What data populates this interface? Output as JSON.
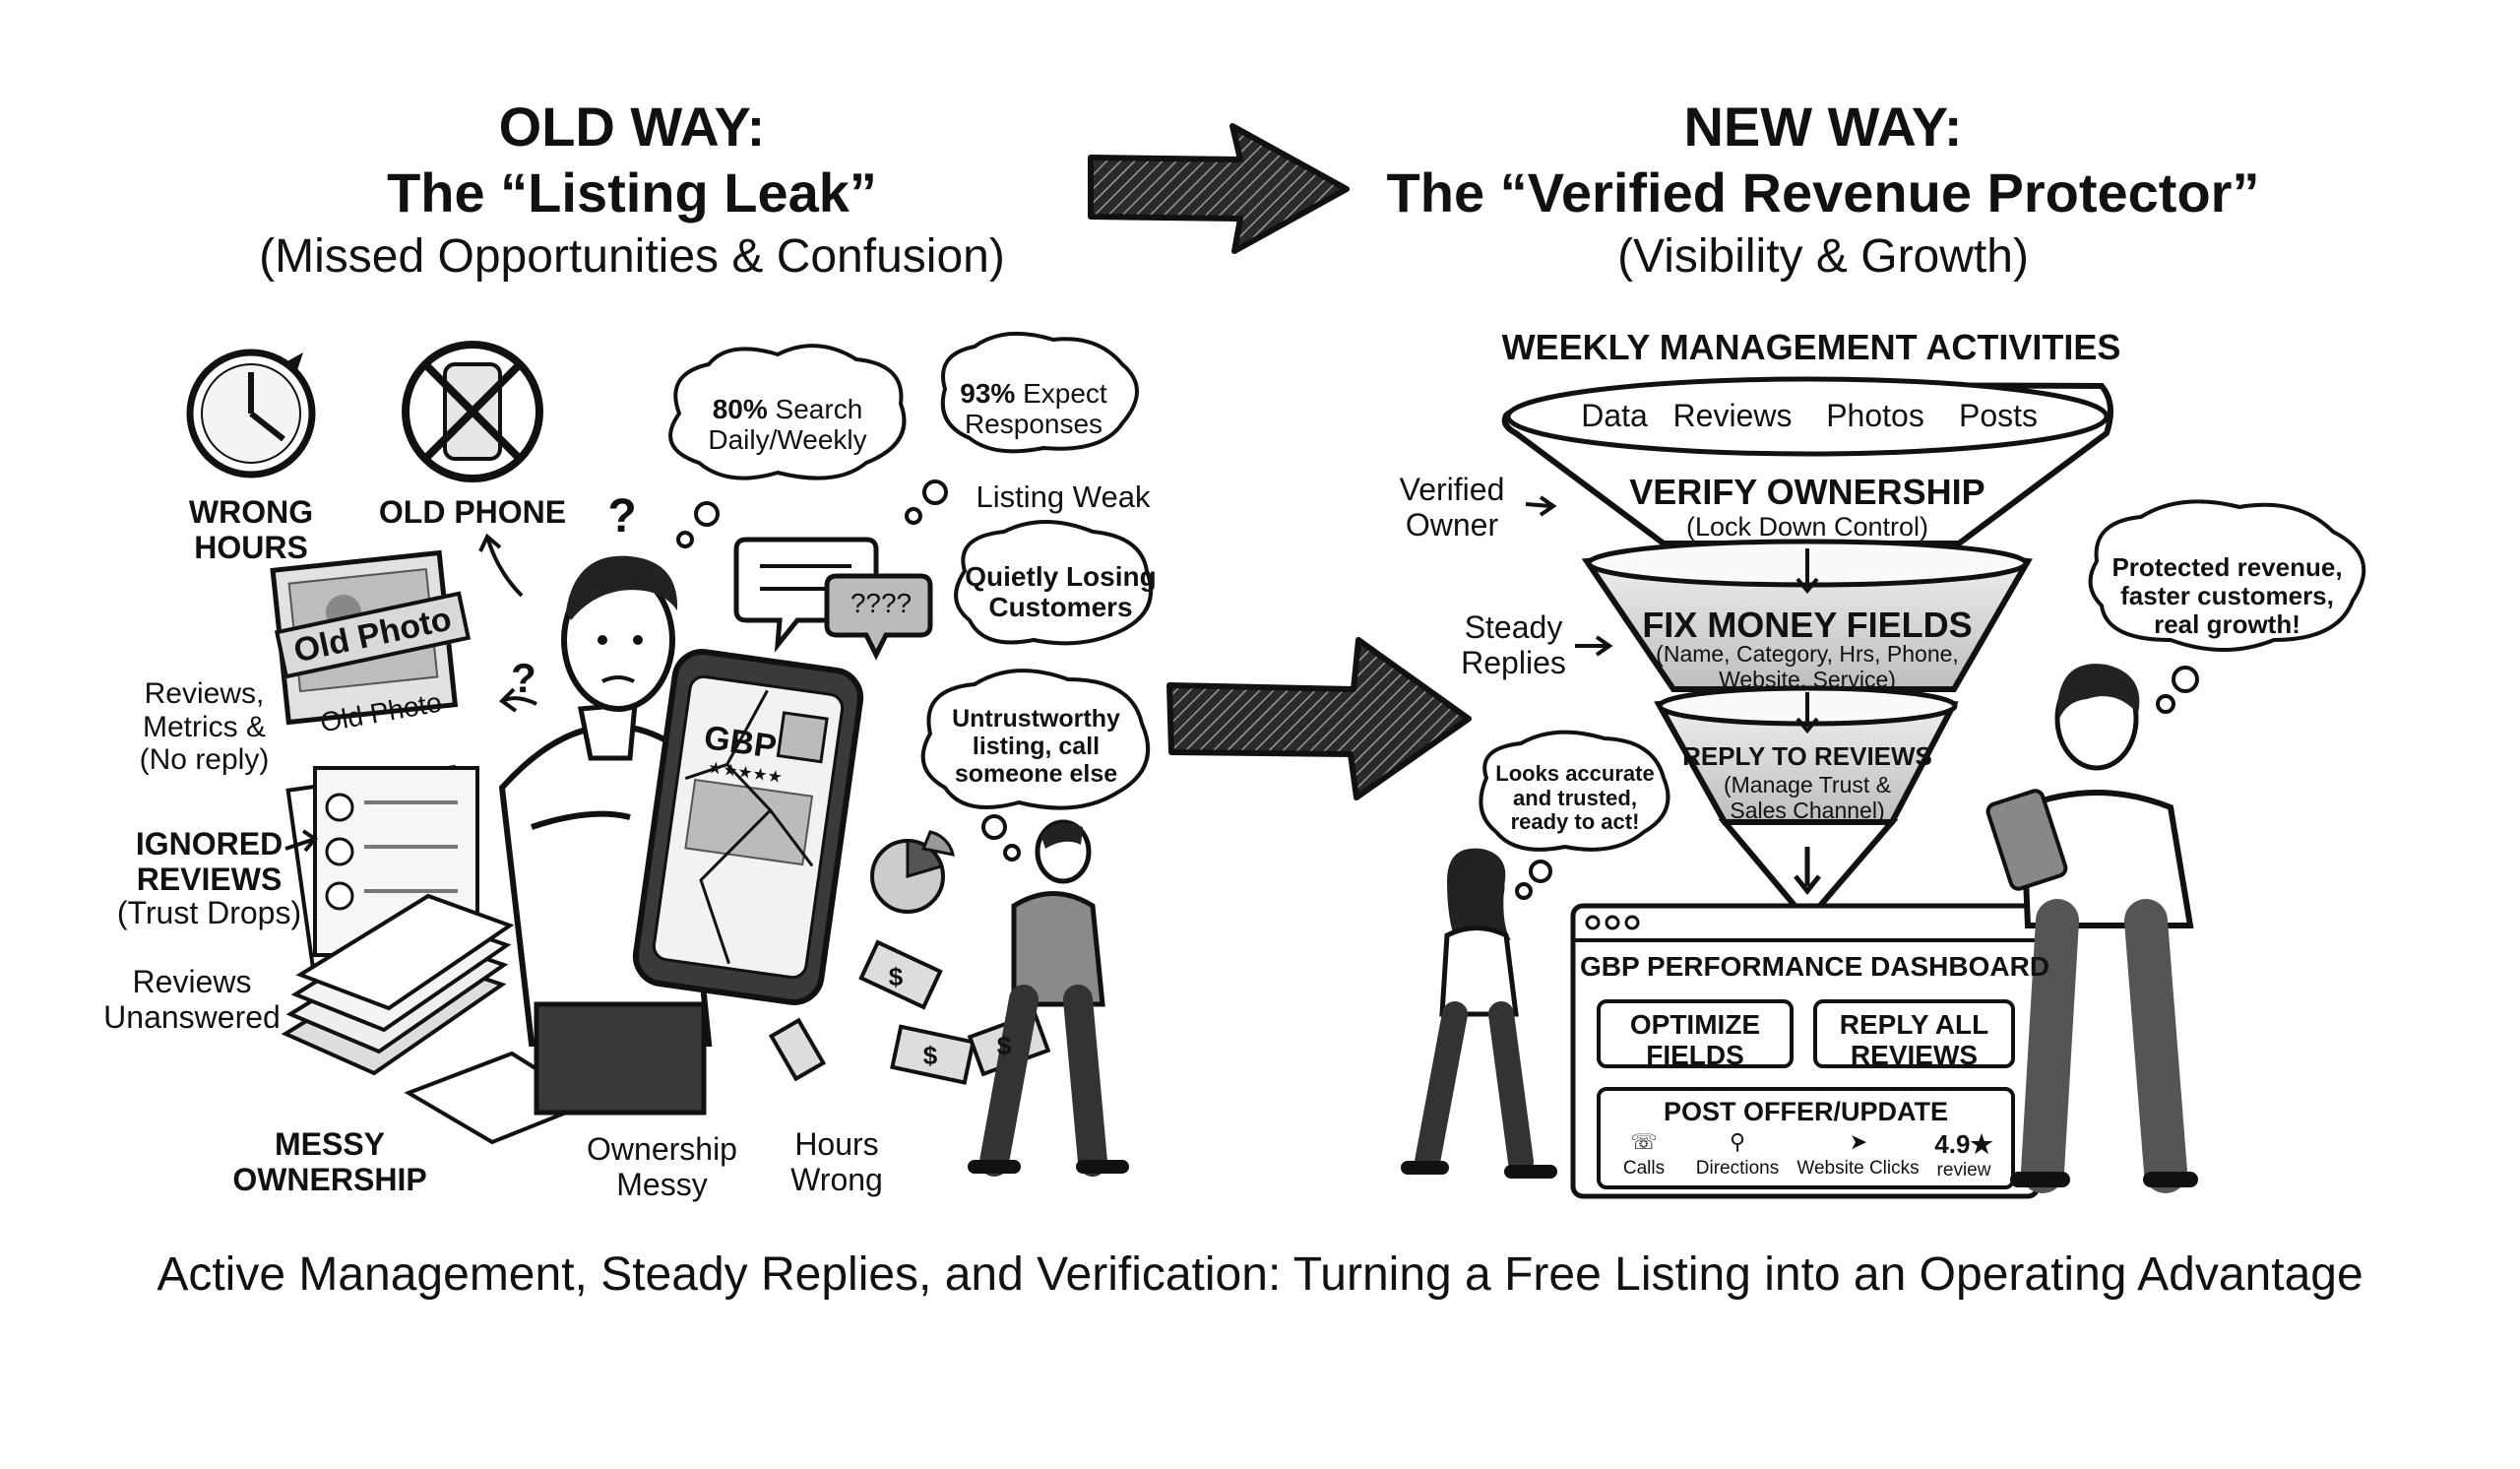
{
  "left": {
    "title_line1": "OLD WAY:",
    "title_line2": "The “Listing Leak”",
    "subtitle": "(Missed Opportunities & Confusion)",
    "wrong_hours": "WRONG\nHOURS",
    "old_phone": "OLD PHONE",
    "old_photo_stamp": "Old Photo",
    "old_photo_caption": "Old Photo",
    "reviews_metrics": "Reviews,\nMetrics &\n(No reply)",
    "ignored_reviews": "IGNORED\nREVIEWS",
    "trust_drops": "(Trust Drops)",
    "reviews_unanswered": "Reviews\nUnanswered",
    "messy_ownership_bold": "MESSY\nOWNERSHIP",
    "ownership_messy": "Ownership\nMessy",
    "hours_wrong": "Hours\nWrong",
    "bubble_search_bold": "80%",
    "bubble_search_rest": " Search",
    "bubble_search_line2": "Daily/Weekly",
    "bubble_expect_bold": "93%",
    "bubble_expect_rest": " Expect",
    "bubble_expect_line2": "Responses",
    "listing_weak": "Listing Weak",
    "quietly_losing": "Quietly Losing\nCustomers",
    "untrustworthy": "Untrustworthy\nlisting, call\nsomeone else",
    "speech_chat": "????",
    "question_mark": "?",
    "phone_gbp": "GBP",
    "phone_stars": "★★★★★",
    "dollar": "$"
  },
  "right": {
    "title_line1": "NEW WAY:",
    "title_line2": "The “Verified Revenue Protector”",
    "subtitle": "(Visibility & Growth)",
    "weekly_heading": "WEEKLY MANAGEMENT ACTIVITIES",
    "activities": [
      "Data",
      "Reviews",
      "Photos",
      "Posts"
    ],
    "verified_owner": "Verified\nOwner",
    "steady_replies": "Steady\nReplies",
    "stage1_title": "VERIFY OWNERSHIP",
    "stage1_sub": "(Lock Down Control)",
    "stage2_title": "FIX MONEY FIELDS",
    "stage2_sub": "(Name, Category, Hrs, Phone,\nWebsite, Service)",
    "stage3_title": "REPLY TO REVIEWS",
    "stage3_sub": "(Manage Trust &\nSales Channel)",
    "bubble_protected": "Protected revenue,\nfaster customers,\nreal growth!",
    "bubble_accurate": "Looks accurate\nand trusted,\nready to act!",
    "dashboard_title": "GBP PERFORMANCE DASHBOARD",
    "btn_optimize": "OPTIMIZE\nFIELDS",
    "btn_reply": "REPLY ALL\nREVIEWS",
    "btn_post": "POST OFFER/UPDATE",
    "metrics": [
      "Calls",
      "Directions",
      "Website Clicks"
    ],
    "rating_value": "4.9★",
    "rating_label": "review"
  },
  "footer": "Active Management, Steady Replies, and Verification: Turning a Free Listing into an Operating Advantage"
}
